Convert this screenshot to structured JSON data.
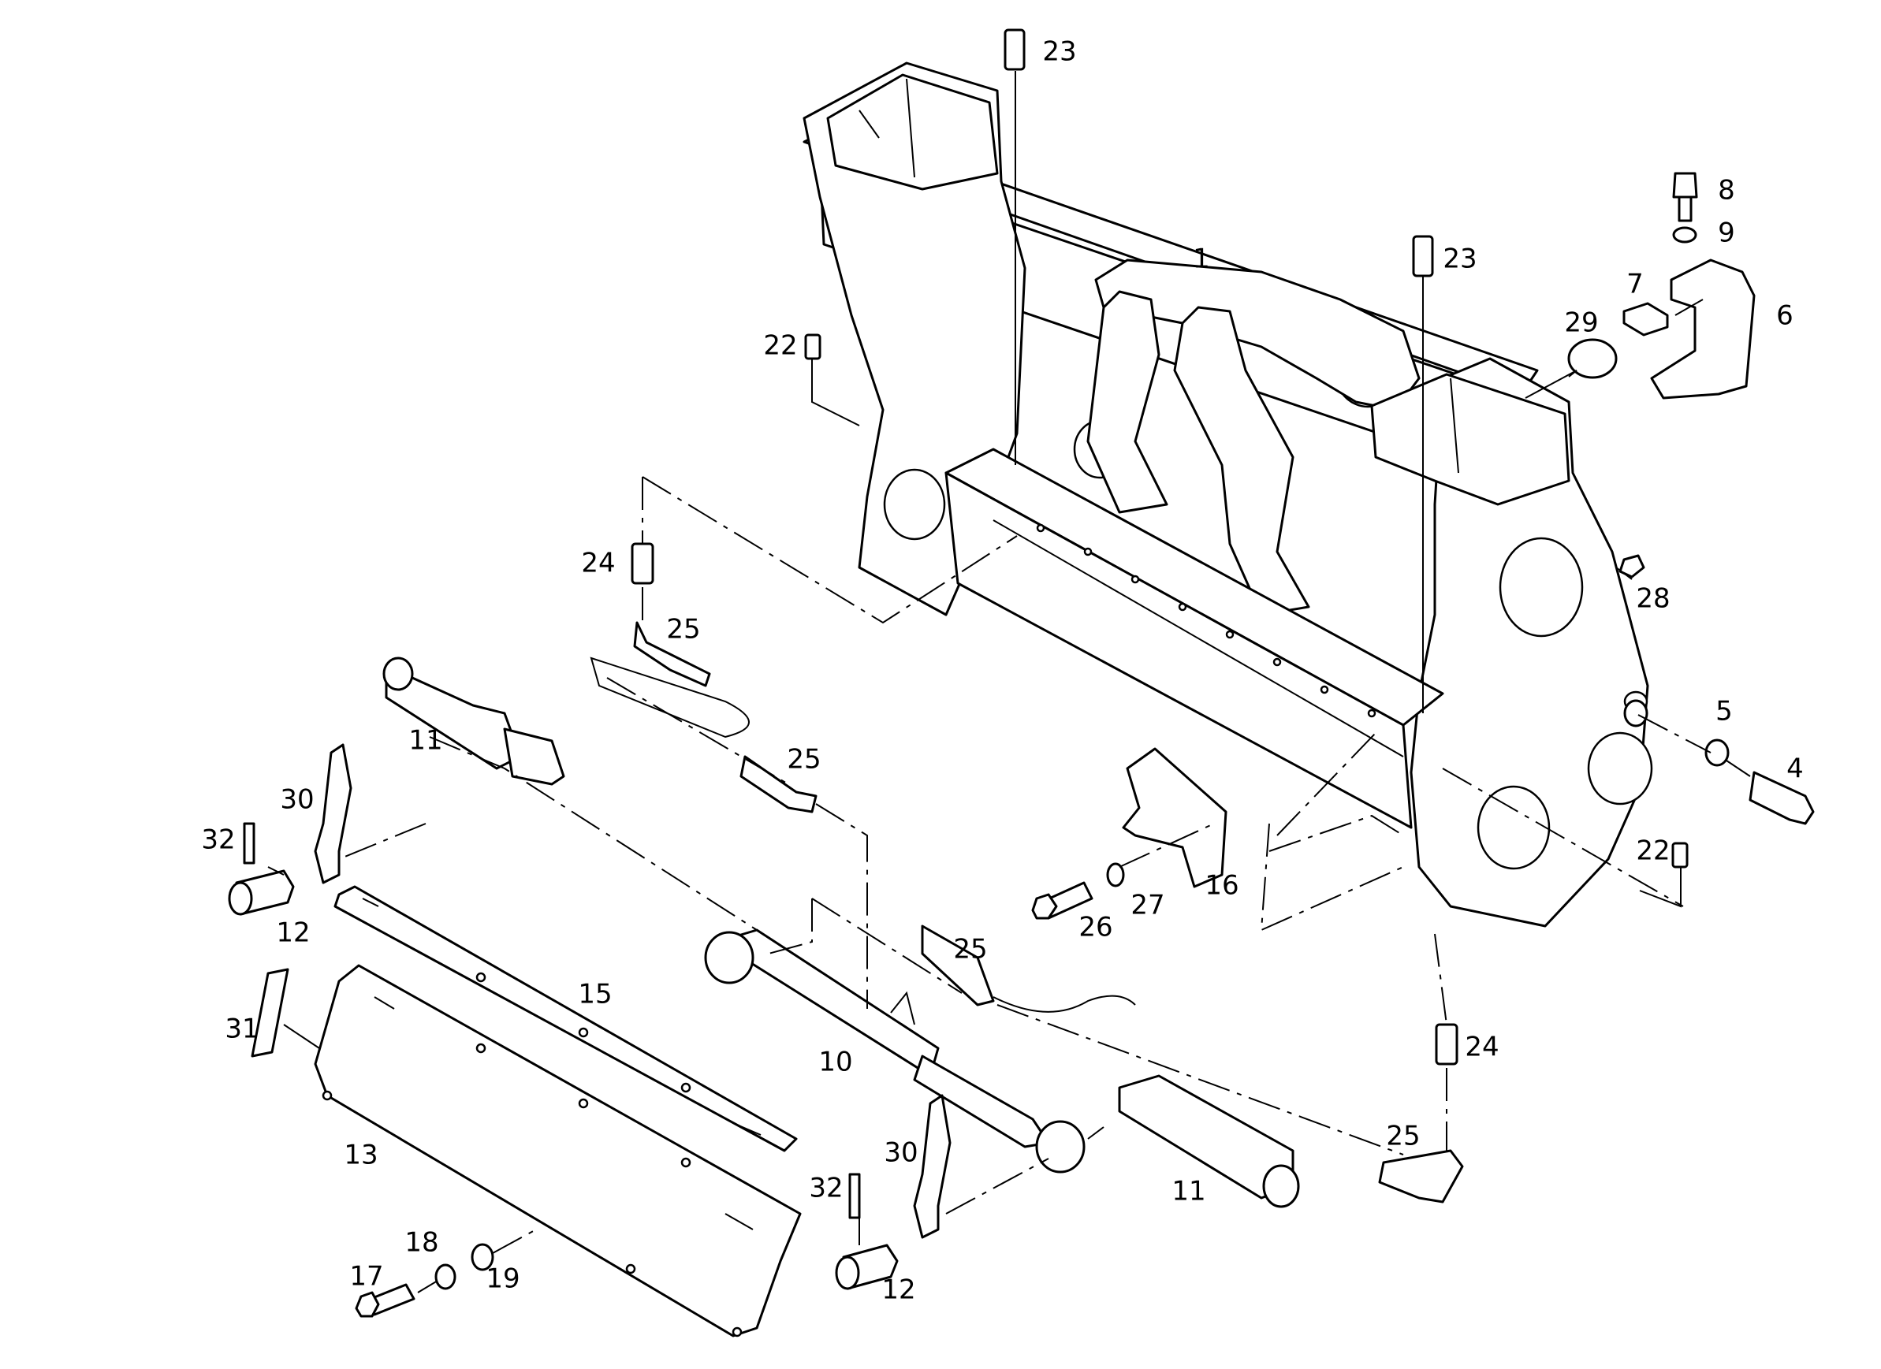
{
  "callouts": [
    {
      "id": "c23a",
      "text": "23"
    },
    {
      "id": "c23b",
      "text": "23"
    },
    {
      "id": "c1",
      "text": "1"
    },
    {
      "id": "c8",
      "text": "8"
    },
    {
      "id": "c9",
      "text": "9"
    },
    {
      "id": "c7",
      "text": "7"
    },
    {
      "id": "c6",
      "text": "6"
    },
    {
      "id": "c29",
      "text": "29"
    },
    {
      "id": "c22a",
      "text": "22"
    },
    {
      "id": "c24a",
      "text": "24"
    },
    {
      "id": "c25a",
      "text": "25"
    },
    {
      "id": "c28",
      "text": "28"
    },
    {
      "id": "c5",
      "text": "5"
    },
    {
      "id": "c4",
      "text": "4"
    },
    {
      "id": "c11a",
      "text": "11"
    },
    {
      "id": "c25b",
      "text": "25"
    },
    {
      "id": "c30a",
      "text": "30"
    },
    {
      "id": "c32a",
      "text": "32"
    },
    {
      "id": "c12a",
      "text": "12"
    },
    {
      "id": "c16",
      "text": "16"
    },
    {
      "id": "c27",
      "text": "27"
    },
    {
      "id": "c26",
      "text": "26"
    },
    {
      "id": "c22b",
      "text": "22"
    },
    {
      "id": "c25c",
      "text": "25"
    },
    {
      "id": "c15",
      "text": "15"
    },
    {
      "id": "c31",
      "text": "31"
    },
    {
      "id": "c10",
      "text": "10"
    },
    {
      "id": "c24b",
      "text": "24"
    },
    {
      "id": "c13",
      "text": "13"
    },
    {
      "id": "c30b",
      "text": "30"
    },
    {
      "id": "c25d",
      "text": "25"
    },
    {
      "id": "c11b",
      "text": "11"
    },
    {
      "id": "c32b",
      "text": "32"
    },
    {
      "id": "c18",
      "text": "18"
    },
    {
      "id": "c12b",
      "text": "12"
    },
    {
      "id": "c19",
      "text": "19"
    },
    {
      "id": "c17",
      "text": "17"
    }
  ]
}
